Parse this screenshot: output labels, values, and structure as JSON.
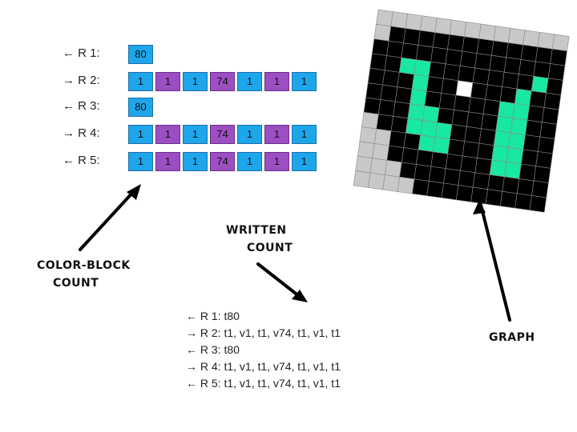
{
  "block_rows": [
    {
      "label": "← R 1:",
      "cells": [
        {
          "text": "80",
          "color": "t"
        }
      ]
    },
    {
      "label": "→ R 2:",
      "cells": [
        {
          "text": "1",
          "color": "t"
        },
        {
          "text": "1",
          "color": "v"
        },
        {
          "text": "1",
          "color": "t"
        },
        {
          "text": "74",
          "color": "v"
        },
        {
          "text": "1",
          "color": "t"
        },
        {
          "text": "1",
          "color": "v"
        },
        {
          "text": "1",
          "color": "t"
        }
      ]
    },
    {
      "label": "← R 3:",
      "cells": [
        {
          "text": "80",
          "color": "t"
        }
      ]
    },
    {
      "label": "→ R 4:",
      "cells": [
        {
          "text": "1",
          "color": "t"
        },
        {
          "text": "1",
          "color": "v"
        },
        {
          "text": "1",
          "color": "t"
        },
        {
          "text": "74",
          "color": "v"
        },
        {
          "text": "1",
          "color": "t"
        },
        {
          "text": "1",
          "color": "v"
        },
        {
          "text": "1",
          "color": "t"
        }
      ]
    },
    {
      "label": "← R 5:",
      "cells": [
        {
          "text": "1",
          "color": "t"
        },
        {
          "text": "1",
          "color": "v"
        },
        {
          "text": "1",
          "color": "t"
        },
        {
          "text": "74",
          "color": "v"
        },
        {
          "text": "1",
          "color": "t"
        },
        {
          "text": "1",
          "color": "v"
        },
        {
          "text": "1",
          "color": "t"
        }
      ]
    }
  ],
  "labels": {
    "color_block_line1": "COLOR-BLOCK",
    "color_block_line2": "COUNT",
    "written_line1": "WRITTEN",
    "written_line2": "COUNT",
    "graph": "GRAPH"
  },
  "written_rows": [
    "← R 1: t80",
    "→ R 2: t1, v1, t1, v74, t1, v1, t1",
    "← R 3: t80",
    "→ R 4: t1, v1, t1, v74, t1, v1, t1",
    "← R 5: t1, v1, t1, v74, t1, v1, t1"
  ],
  "colors": {
    "t": "#1ea6ea",
    "v": "#9b4fc1",
    "graph_black": "#000000",
    "graph_green": "#19e8a0",
    "graph_gray": "#c8c8c8",
    "graph_white": "#ffffff"
  },
  "graph_grid": [
    "GGGGGGGGGGGGG",
    "GBBBBBBBBBBBB",
    "BBBBBBBBBBBBB",
    "BBNNBBBBBBBNB",
    "BBBNBBWBBBNBB",
    "BBBNBBBBBNNBB",
    "BBBNNBBBBNNBB",
    "GBBNNNBBBNNBB",
    "GGBBNNBBBNNBB",
    "GGBBBBBBBNNBB",
    "GGGBBBBBBBBBB",
    "GGGGBBBBBBBBB"
  ]
}
